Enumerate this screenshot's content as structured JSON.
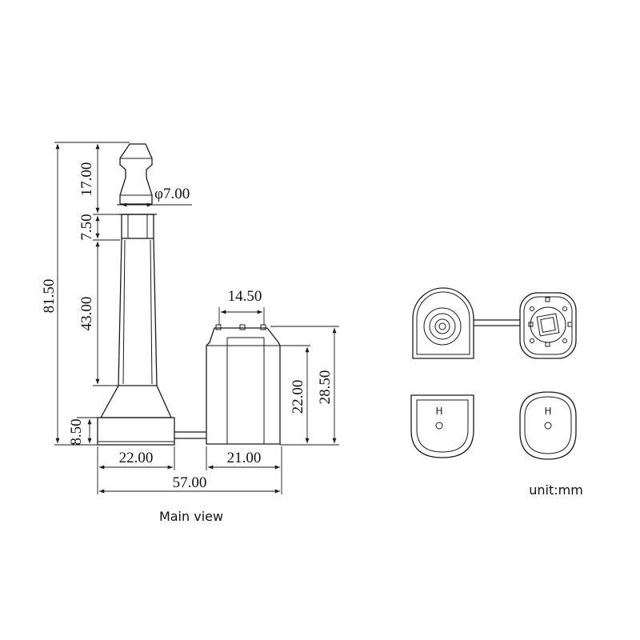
{
  "dimensions": {
    "total_height": "81.50",
    "tip_height": "17.00",
    "collar_height": "7.50",
    "shaft_height": "43.00",
    "base_height": "8.50",
    "diameter": "φ7.00",
    "lock_top_width": "14.50",
    "lock_inner_height": "22.00",
    "lock_height": "28.50",
    "base_width": "22.00",
    "lock_width": "21.00",
    "total_width": "57.00"
  },
  "labels": {
    "main_view": "Main view",
    "unit": "unit:mm",
    "h_mark_left": "H",
    "h_mark_right": "H"
  }
}
